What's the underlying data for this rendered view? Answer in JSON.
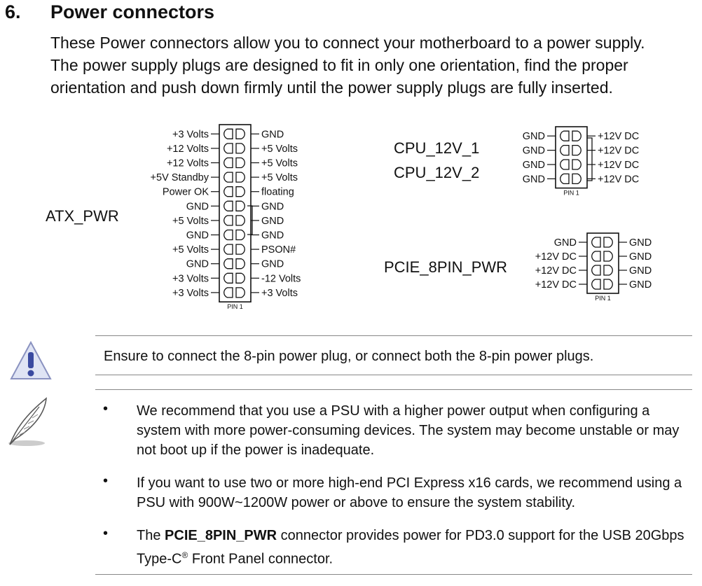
{
  "section": {
    "number": "6.",
    "title": "Power connectors",
    "intro": [
      "These Power connectors allow you to connect your motherboard to a power supply.",
      "The power supply plugs are designed to fit in only one orientation, find the proper",
      "orientation and push down firmly until the power supply plugs are fully inserted."
    ]
  },
  "atx": {
    "name": "ATX_PWR",
    "left_pins": [
      "+3 Volts",
      "+12 Volts",
      "+12 Volts",
      "+5V Standby",
      "Power OK",
      "GND",
      "+5 Volts",
      "GND",
      "+5 Volts",
      "GND",
      "+3 Volts",
      "+3 Volts"
    ],
    "right_pins": [
      "GND",
      "+5 Volts",
      "+5 Volts",
      "+5 Volts",
      "floating",
      "GND",
      "GND",
      "GND",
      "PSON#",
      "GND",
      "-12 Volts",
      "+3 Volts"
    ],
    "pin1": "PIN 1"
  },
  "cpu": {
    "names": [
      "CPU_12V_1",
      "CPU_12V_2"
    ],
    "left_pins": [
      "GND",
      "GND",
      "GND",
      "GND"
    ],
    "right_pins": [
      "+12V DC",
      "+12V DC",
      "+12V DC",
      "+12V DC"
    ],
    "pin1": "PIN 1"
  },
  "pcie": {
    "name": "PCIE_8PIN_PWR",
    "left_pins": [
      "GND",
      "+12V DC",
      "+12V DC",
      "+12V DC"
    ],
    "right_pins": [
      "GND",
      "GND",
      "GND",
      "GND"
    ],
    "pin1": "PIN 1"
  },
  "warning": {
    "text": "Ensure to connect the 8-pin power plug, or connect both the 8-pin power plugs."
  },
  "notes": {
    "bullet": "•",
    "items": [
      {
        "text": "We recommend that you use a PSU with a higher power output when configuring a system with more power-consuming devices. The system may become unstable or may not boot up if the power is inadequate."
      },
      {
        "text": "If you want to use two or more high-end PCI Express x16 cards, we recommend using a PSU with 900W~1200W power or above to ensure the system stability."
      },
      {
        "pre": "The ",
        "bold": "PCIE_8PIN_PWR",
        "mid": " connector provides power for PD3.0 support for the USB 20Gbps Type-C",
        "sup": "®",
        "post": " Front Panel connector."
      }
    ]
  }
}
